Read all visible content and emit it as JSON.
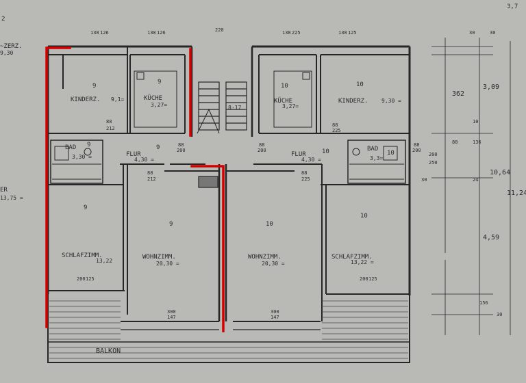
{
  "colors": {
    "paper": "#b9b9b6",
    "line": "#262626",
    "thin": "#4a4a4a",
    "highlight": "#d40000"
  },
  "corner_labels": {
    "top_left": "2",
    "top_right": "3,7"
  },
  "left_partial": {
    "top_text": "~ZERZ.",
    "top_area": "9,30",
    "mid_text": "ER",
    "mid_area": "13,75 ="
  },
  "rooms": [
    {
      "unit": "9",
      "name": "KINDERZ.",
      "area": "9,1="
    },
    {
      "unit": "9",
      "name": "KÜCHE",
      "area": "3,27="
    },
    {
      "unit": "9",
      "name": "BAD",
      "area": "3,30 ="
    },
    {
      "unit": "9",
      "name": "FLUR",
      "area": "4,30 ="
    },
    {
      "unit": "9",
      "name": "SCHLAFZIMM.",
      "area": "13,22"
    },
    {
      "unit": "9",
      "name": "WOHNZIMM.",
      "area": "20,30 ="
    },
    {
      "unit": "10",
      "name": "WOHNZIMM.",
      "area": "20,30 ="
    },
    {
      "unit": "10",
      "name": "KÜCHE",
      "area": "3,27="
    },
    {
      "unit": "10",
      "name": "FLUR",
      "area": "4,30 ="
    },
    {
      "unit": "10",
      "name": "BAD",
      "area": "3,3="
    },
    {
      "unit": "10",
      "name": "KINDERZ.",
      "area": "9,30 ="
    },
    {
      "unit": "10",
      "name": "SCHLAFZIMM.",
      "area": "13,22 ="
    }
  ],
  "stair_label": "8·17",
  "balcony_label": "BALKON",
  "window_dims": [
    {
      "top": "138",
      "bottom": "126"
    },
    {
      "top": "138",
      "bottom": "126"
    },
    {
      "top": "220",
      "bottom": ""
    },
    {
      "top": "138",
      "bottom": "225"
    },
    {
      "top": "138",
      "bottom": "125"
    }
  ],
  "door_dims": [
    "88",
    "200",
    "88",
    "200",
    "88",
    "200"
  ],
  "balcony_door_dims": [
    "300",
    "147",
    "300",
    "147"
  ],
  "right_dims": {
    "d1": "30",
    "d2": "30",
    "d3": "362",
    "d4": "3,09",
    "d5": "88",
    "d6": "136",
    "d7": "10",
    "d8": "24",
    "d9": "10,64",
    "d10": "11,24",
    "d11": "4,59",
    "d12": "156",
    "d13": "30"
  },
  "side_dims": [
    "88",
    "212",
    "88",
    "212",
    "200",
    "125",
    "200",
    "125",
    "88",
    "225",
    "88",
    "225",
    "30",
    "250",
    "200"
  ]
}
